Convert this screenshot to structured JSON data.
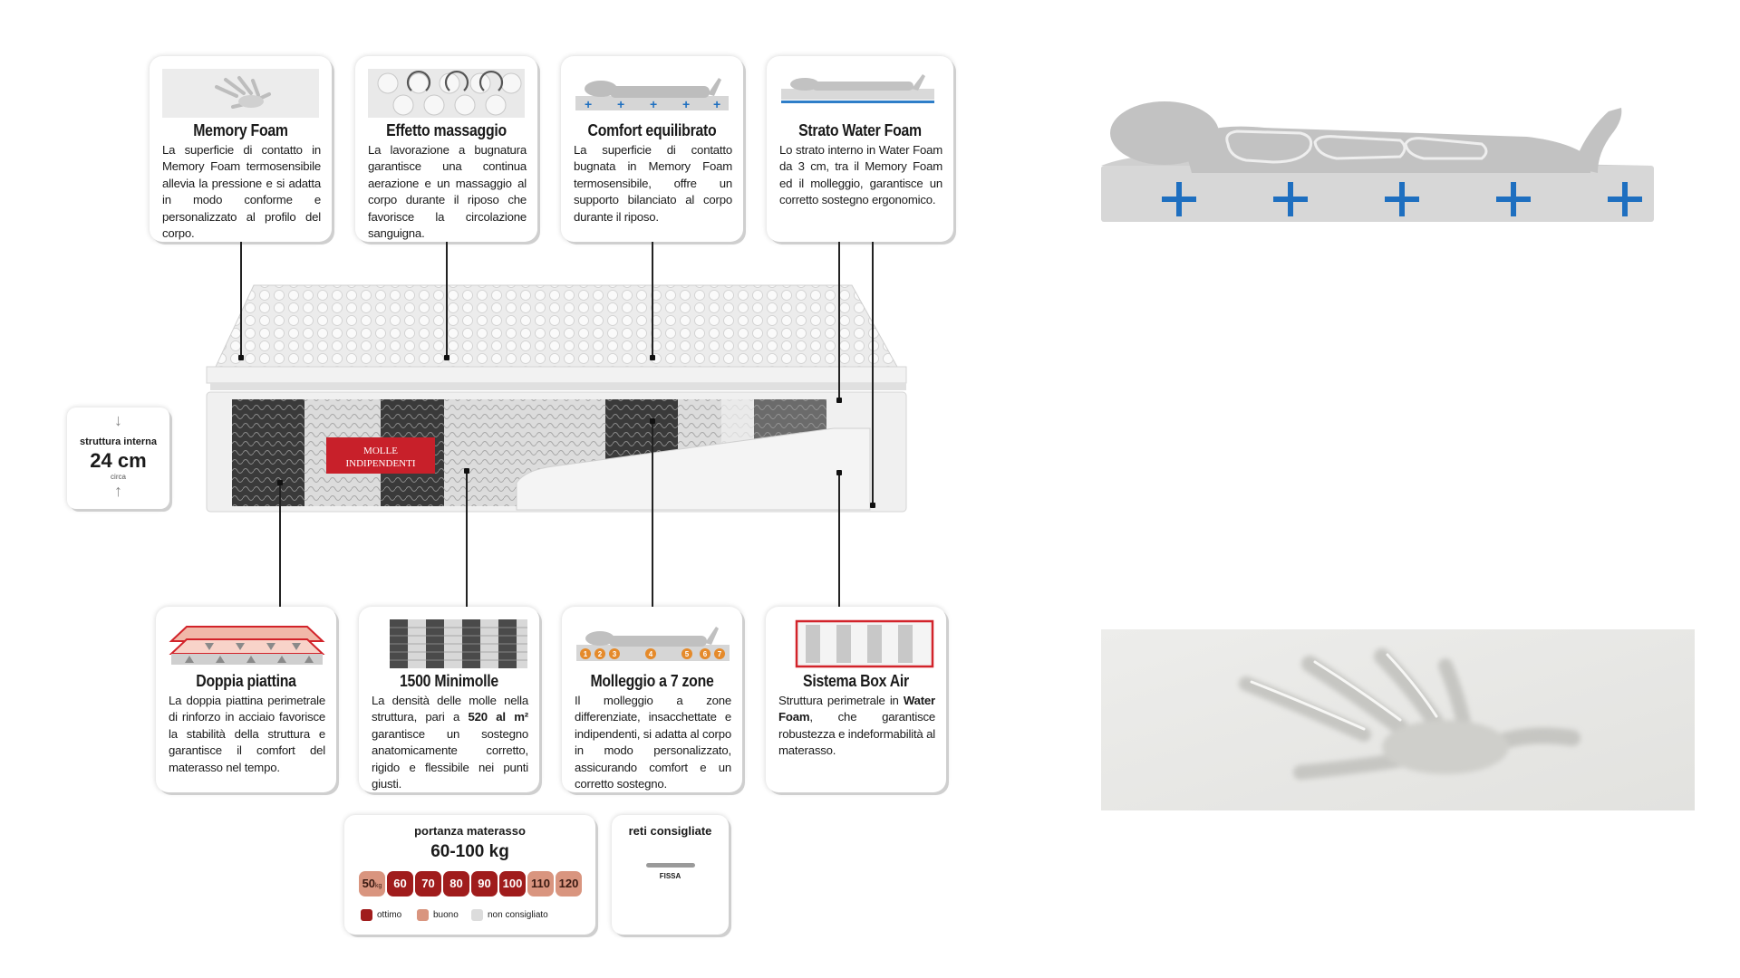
{
  "top_features": [
    {
      "title": "Memory Foam",
      "body": "La superficie di contatto in Memory Foam termosensibile allevia la pressione e si adatta in modo conforme e personalizzato al profilo del corpo."
    },
    {
      "title": "Effetto massaggio",
      "body": "La lavorazione a bugnatura garantisce una continua aerazione e un massaggio al corpo durante il riposo che favorisce la circolazione sanguigna."
    },
    {
      "title": "Comfort equilibrato",
      "body": "La superficie di contatto bugnata in Memory Foam termosensibile, offre un supporto bilanciato al corpo durante il riposo."
    },
    {
      "title": "Strato Water Foam",
      "body": "Lo strato interno in Water Foam da 3 cm, tra il Memory Foam ed il molleggio, garantisce un corretto sostegno ergonomico."
    }
  ],
  "bottom_features": [
    {
      "title": "Doppia piattina",
      "body": "La doppia piattina perimetrale di rinforzo in acciaio favorisce la stabilità della struttura e garantisce il comfort del materasso nel tempo."
    },
    {
      "title": "1500 Minimolle",
      "body_pre": "La densità delle molle nella struttura, pari a ",
      "body_bold": "520 al m²",
      "body_post": " garantisce un sostegno anatomicamente corretto, rigido e flessibile nei punti giusti."
    },
    {
      "title": "Molleggio a 7 zone",
      "body": "Il molleggio a zone differenziate, insacchettate e indipendenti, si adatta al corpo in modo personalizzato, assicurando comfort e un corretto sostegno."
    },
    {
      "title": "Sistema Box Air",
      "body_pre": "Struttura perimetrale in ",
      "body_bold": "Water Foam",
      "body_post": ", che garantisce robustezza e indeformabilità al materasso."
    }
  ],
  "zone_numbers": [
    "1",
    "2",
    "3",
    "4",
    "5",
    "6",
    "7"
  ],
  "mattress_label_line1": "MOLLE",
  "mattress_label_line2": "INDIPENDENTI",
  "height_box": {
    "label": "struttura interna",
    "value": "24 cm",
    "note": "circa"
  },
  "portanza": {
    "title": "portanza materasso",
    "range": "60-100 kg",
    "scale": [
      "50",
      "60",
      "70",
      "80",
      "90",
      "100",
      "110",
      "120"
    ],
    "scale_unit": "kg",
    "levels": [
      "buono",
      "ottimo",
      "ottimo",
      "ottimo",
      "ottimo",
      "ottimo",
      "buono",
      "buono"
    ],
    "legend": [
      "ottimo",
      "buono",
      "non consigliato"
    ],
    "colors": {
      "ottimo": "#a01c1c",
      "buono": "#d9957f",
      "non consigliato": "#dcdcdc"
    }
  },
  "reti": {
    "title": "reti consigliate",
    "item": "FISSA"
  },
  "colors": {
    "accent_red": "#c8202a",
    "plus_blue": "#1e6fc0"
  }
}
